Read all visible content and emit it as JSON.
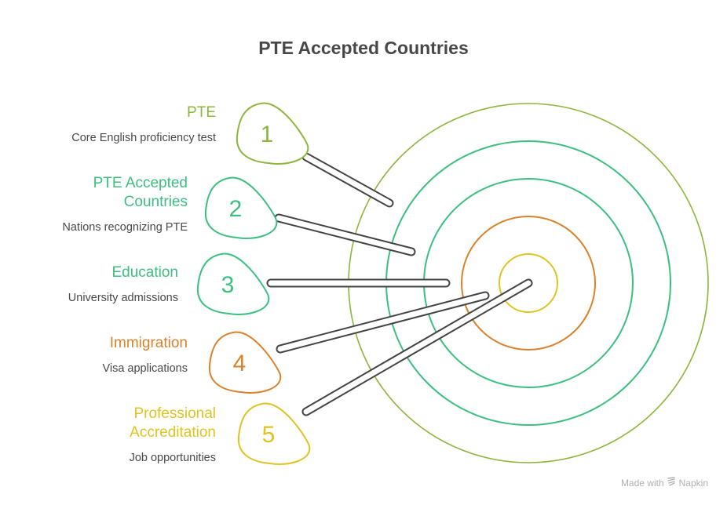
{
  "title": "PTE Accepted Countries",
  "items": [
    {
      "number": "1",
      "label": "PTE",
      "description": "Core English proficiency test",
      "color": "#8cb63c"
    },
    {
      "number": "2",
      "label_lines": [
        "PTE Accepted",
        "Countries"
      ],
      "description": "Nations recognizing PTE",
      "color": "#3cbf7f"
    },
    {
      "number": "3",
      "label": "Education",
      "description": "University admissions",
      "color": "#3cbf7f"
    },
    {
      "number": "4",
      "label": "Immigration",
      "description": "Visa applications",
      "color": "#d9822b"
    },
    {
      "number": "5",
      "label_lines": [
        "Professional",
        "Accreditation"
      ],
      "description": "Job opportunities",
      "color": "#e0c320"
    }
  ],
  "target": {
    "ring_colors": [
      "#8cb63c",
      "#3cbf7f",
      "#3cbf7f",
      "#d9822b",
      "#e0c320"
    ]
  },
  "footer": {
    "prefix": "Made with",
    "brand": "Napkin",
    "icon": "napkin-logo-icon"
  }
}
